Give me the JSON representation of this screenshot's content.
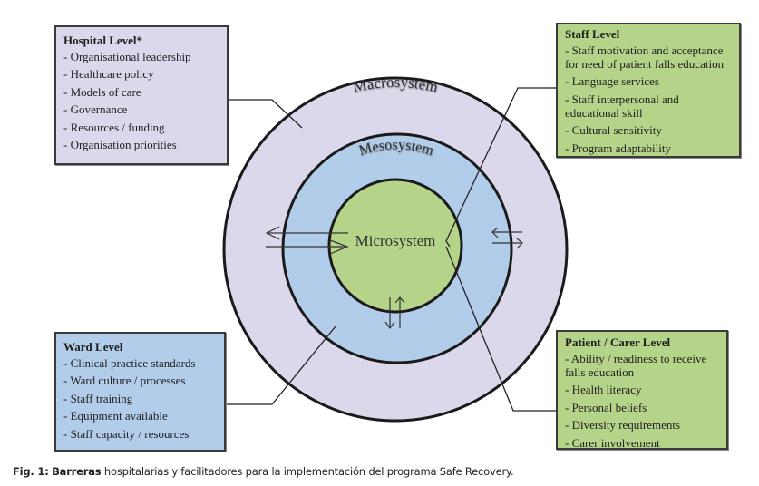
{
  "diagram": {
    "rings": {
      "outer_label": "Macrosystem",
      "middle_label": "Mesosystem",
      "inner_label": "Microsystem"
    },
    "colors": {
      "macrosystem": "#dcd8ec",
      "mesosystem": "#b2cde9",
      "microsystem": "#b5d389",
      "outline": "#1a1a1a"
    }
  },
  "boxes": {
    "hospital": {
      "title": "Hospital Level*",
      "items": [
        "- Organisational leadership",
        "- Healthcare policy",
        "- Models of care",
        "- Governance",
        "- Resources / funding",
        "- Organisation priorities"
      ]
    },
    "staff": {
      "title": "Staff Level",
      "items": [
        "- Staff motivation and acceptance for need of patient falls education",
        "- Language services",
        "- Staff interpersonal and educational skill",
        "- Cultural sensitivity",
        "- Program adaptability"
      ]
    },
    "ward": {
      "title": "Ward Level",
      "items": [
        "- Clinical practice standards",
        "- Ward culture / processes",
        "- Staff training",
        "- Equipment available",
        "- Staff capacity / resources"
      ]
    },
    "patient": {
      "title": "Patient / Carer Level",
      "items": [
        "- Ability / readiness to receive falls education",
        "- Health literacy",
        "- Personal beliefs",
        "- Diversity requirements",
        "- Carer involvement"
      ]
    }
  },
  "caption": {
    "label": "Fig. 1:",
    "bold_word": "Barreras",
    "text": " hospitalarias y facilitadores para la implementación del programa Safe Recovery."
  }
}
